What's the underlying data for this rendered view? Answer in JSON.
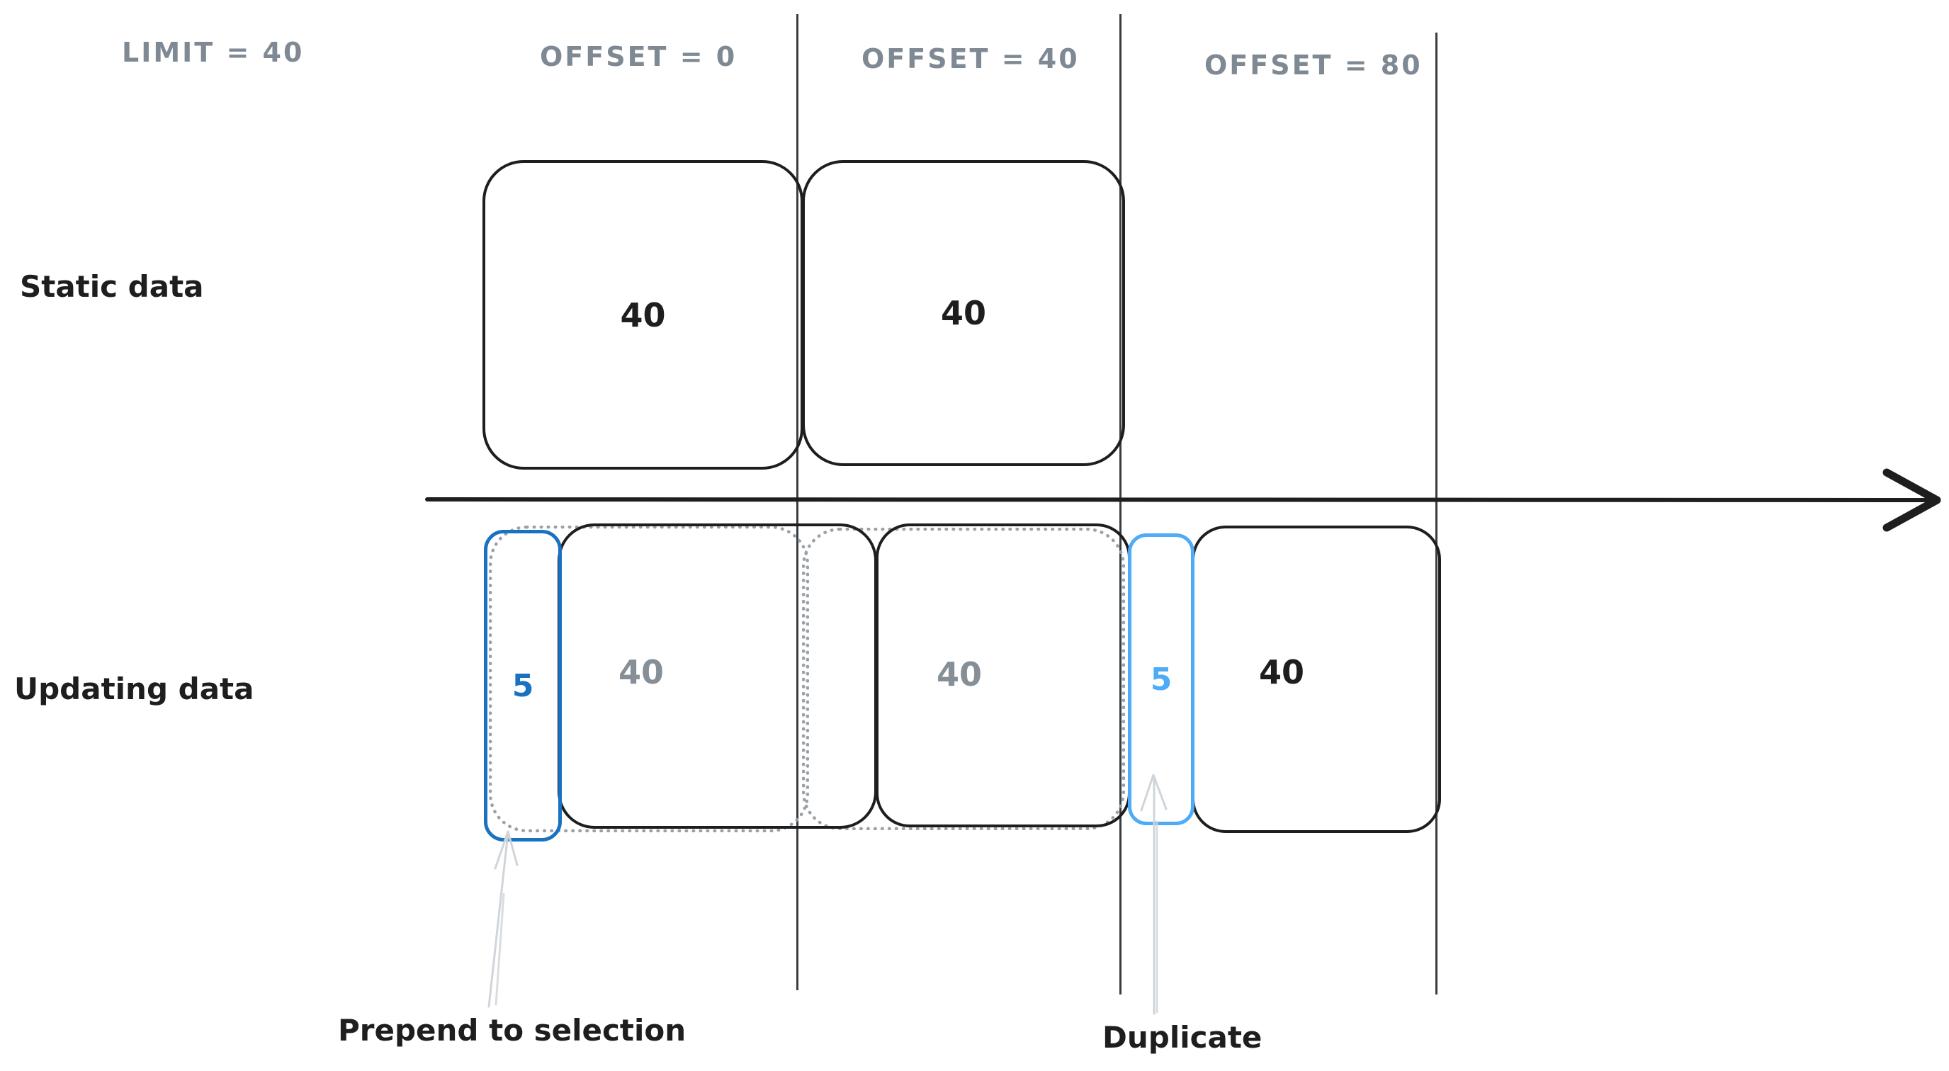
{
  "diagram": {
    "limit_label": "LIMIT = 40",
    "offset_headers": [
      "OFFSET = 0",
      "OFFSET = 40",
      "OFFSET = 80"
    ],
    "static_row": {
      "label": "Static data",
      "pages": [
        {
          "count": "40"
        },
        {
          "count": "40"
        }
      ]
    },
    "updating_row": {
      "label": "Updating data",
      "prepended_count": "5",
      "duplicate_count": "5",
      "pages": [
        {
          "count": "40"
        },
        {
          "count": "40"
        },
        {
          "count": "40"
        }
      ]
    },
    "annotations": {
      "prepend": "Prepend to selection",
      "duplicate": "Duplicate"
    },
    "colors": {
      "ink": "#1e1e1e",
      "muted_number_gray": "#868e96",
      "header_gray": "#7e8993",
      "prepend_blue": "#1971c2",
      "duplicate_blue": "#4dabf7",
      "dotted_gray": "#9aa1a8",
      "annotation_arrow_gray": "#cfd5da",
      "separator": "#383d41"
    }
  }
}
